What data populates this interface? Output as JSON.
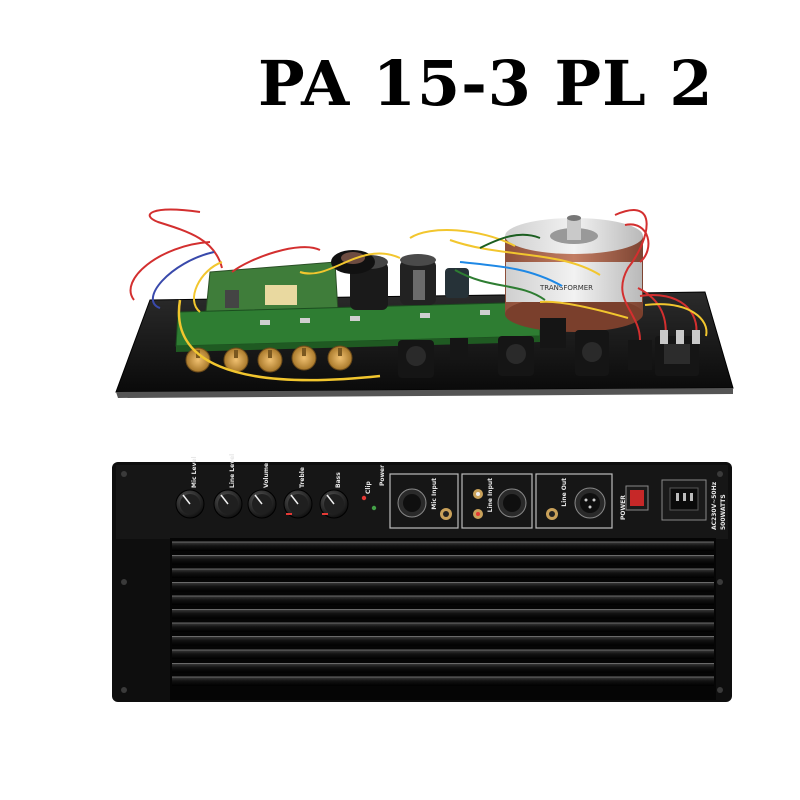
{
  "title": "PA 15-3 PL 2",
  "panel": {
    "knobs": [
      {
        "label": "Mic Level"
      },
      {
        "label": "Line Level"
      },
      {
        "label": "Volume"
      },
      {
        "label": "Treble"
      },
      {
        "label": "Bass"
      }
    ],
    "clip": "Clip",
    "power_led": "Power",
    "mic_input": "Mic Input",
    "line_input": "Line Input",
    "line_out": "Line Out",
    "power_switch": "POWER",
    "rating_voltage": "AC230V~50Hz",
    "rating_watts": "500WATTS"
  },
  "board": {
    "transformer_label": "TRANSFORMER"
  },
  "colors": {
    "chassis": "#111111",
    "pcb_green": "#2e7d32",
    "transformer_copper": "#b0705a",
    "wire_red": "#d32f2f",
    "wire_yellow": "#f2c62e",
    "wire_blue": "#3949ab"
  }
}
